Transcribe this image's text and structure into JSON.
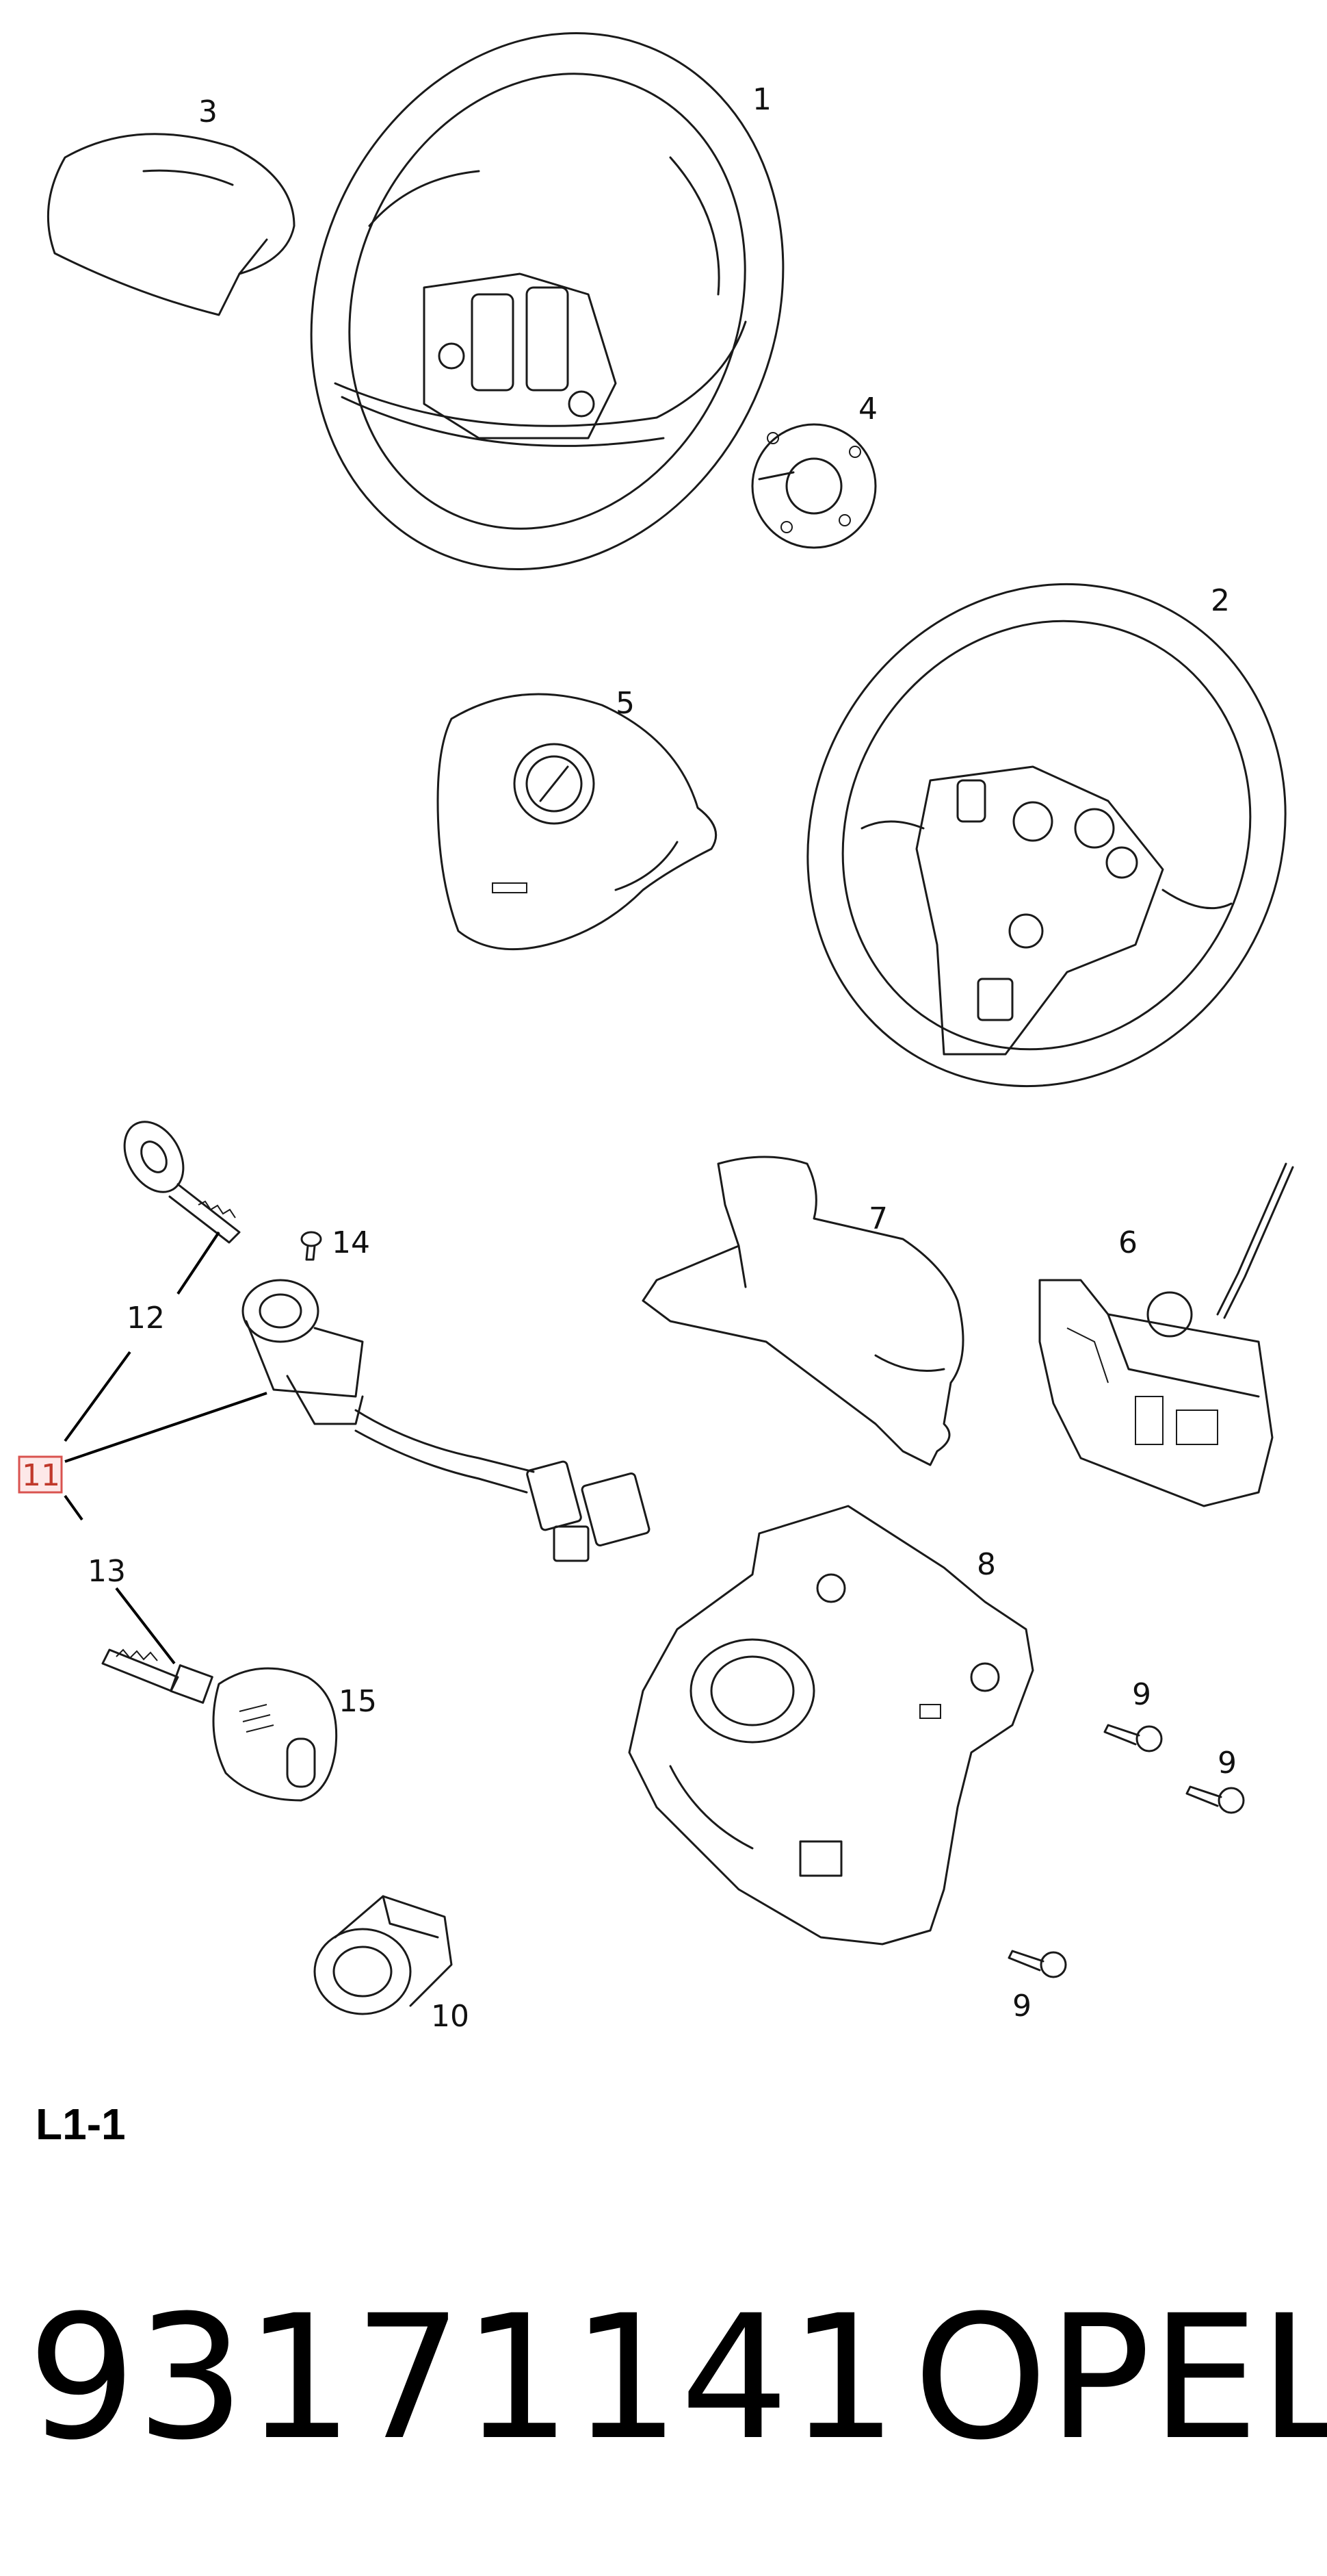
{
  "callouts": {
    "c1": "1",
    "c2": "2",
    "c3": "3",
    "c4": "4",
    "c5": "5",
    "c6": "6",
    "c7": "7",
    "c8": "8",
    "c9a": "9",
    "c9b": "9",
    "c9c": "9",
    "c10": "10",
    "c11": "11",
    "c12": "12",
    "c13": "13",
    "c14": "14",
    "c15": "15"
  },
  "section_label": "L1-1",
  "part_number": "93171141",
  "brand": "OPEL",
  "colors": {
    "line": "#1a1a1a",
    "highlight_fill": "#fde8e8",
    "highlight_stroke": "#d9534f"
  }
}
